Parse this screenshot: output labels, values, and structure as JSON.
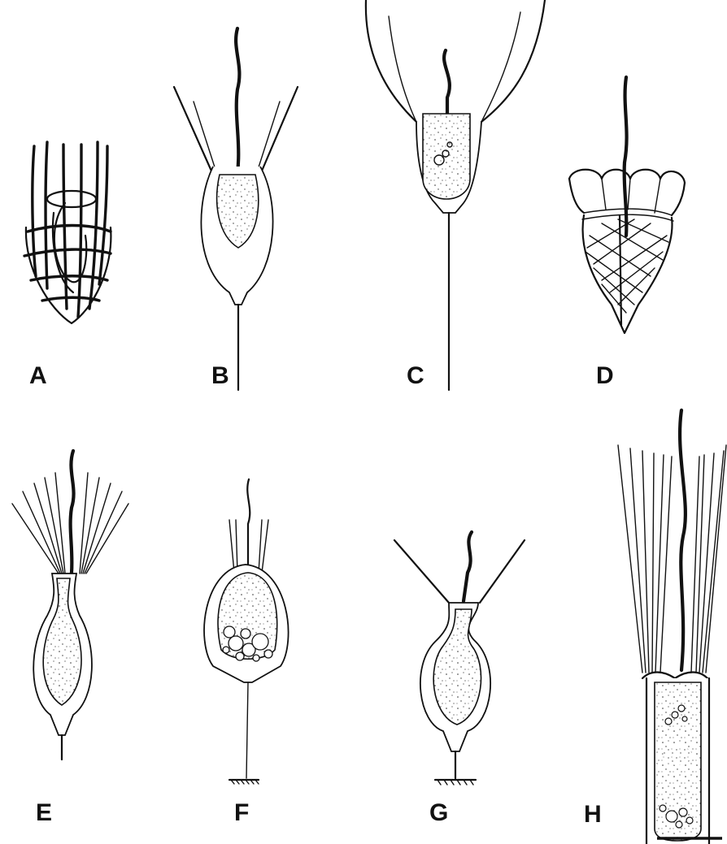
{
  "figure": {
    "panels": [
      {
        "id": "A",
        "label": "A"
      },
      {
        "id": "B",
        "label": "B"
      },
      {
        "id": "C",
        "label": "C"
      },
      {
        "id": "D",
        "label": "D"
      },
      {
        "id": "E",
        "label": "E"
      },
      {
        "id": "F",
        "label": "F"
      },
      {
        "id": "G",
        "label": "G"
      },
      {
        "id": "H",
        "label": "H"
      }
    ],
    "scale_bar": {
      "shown": true,
      "label": ""
    },
    "ink_color": "#111111",
    "background": "#ffffff"
  }
}
